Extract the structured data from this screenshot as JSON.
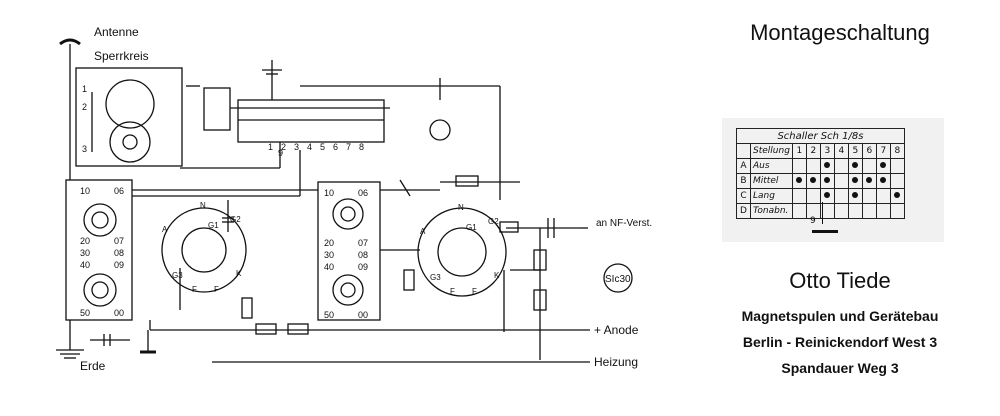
{
  "right_panel": {
    "title": "Montageschaltung",
    "maker": "Otto Tiede",
    "address": [
      "Magnetspulen und Gerätebau",
      "Berlin - Reinickendorf West 3",
      "Spandauer Weg 3"
    ]
  },
  "switch_table": {
    "title": "Schaller Sch 1/8s",
    "header_label": "Stellung",
    "columns": [
      "1",
      "2",
      "3",
      "4",
      "5",
      "6",
      "7",
      "8"
    ],
    "rows": [
      {
        "letter": "A",
        "label": "Aus",
        "dots": [
          3,
          5,
          7
        ]
      },
      {
        "letter": "B",
        "label": "Mittel",
        "dots": [
          1,
          2,
          3,
          5,
          6,
          7
        ]
      },
      {
        "letter": "C",
        "label": "Lang",
        "dots": [
          3,
          5,
          8
        ]
      },
      {
        "letter": "D",
        "label": "Tonabn.",
        "dots": []
      }
    ],
    "tap_label": "9"
  },
  "schematic": {
    "labels": {
      "antenne": "Antenne",
      "sperrkreis": "Sperrkreis",
      "erde": "Erde",
      "anode": "+ Anode",
      "heizung": "Heizung",
      "nf_out": "an NF-Verst.",
      "part": "SIc30"
    },
    "switch_contacts": [
      "1",
      "2",
      "3",
      "4",
      "5",
      "6",
      "7",
      "8"
    ],
    "switch_common": "9",
    "sperr_pins": [
      "1",
      "2",
      "3"
    ],
    "coil_left": [
      "10",
      "06",
      "20",
      "30",
      "40",
      "07",
      "08",
      "09",
      "50",
      "00"
    ],
    "coil_mid": [
      "10",
      "06",
      "20",
      "30",
      "40",
      "07",
      "08",
      "09",
      "50",
      "00"
    ],
    "tube_pins": [
      "N",
      "G1",
      "G2",
      "G3",
      "A",
      "K",
      "F",
      "F"
    ]
  }
}
